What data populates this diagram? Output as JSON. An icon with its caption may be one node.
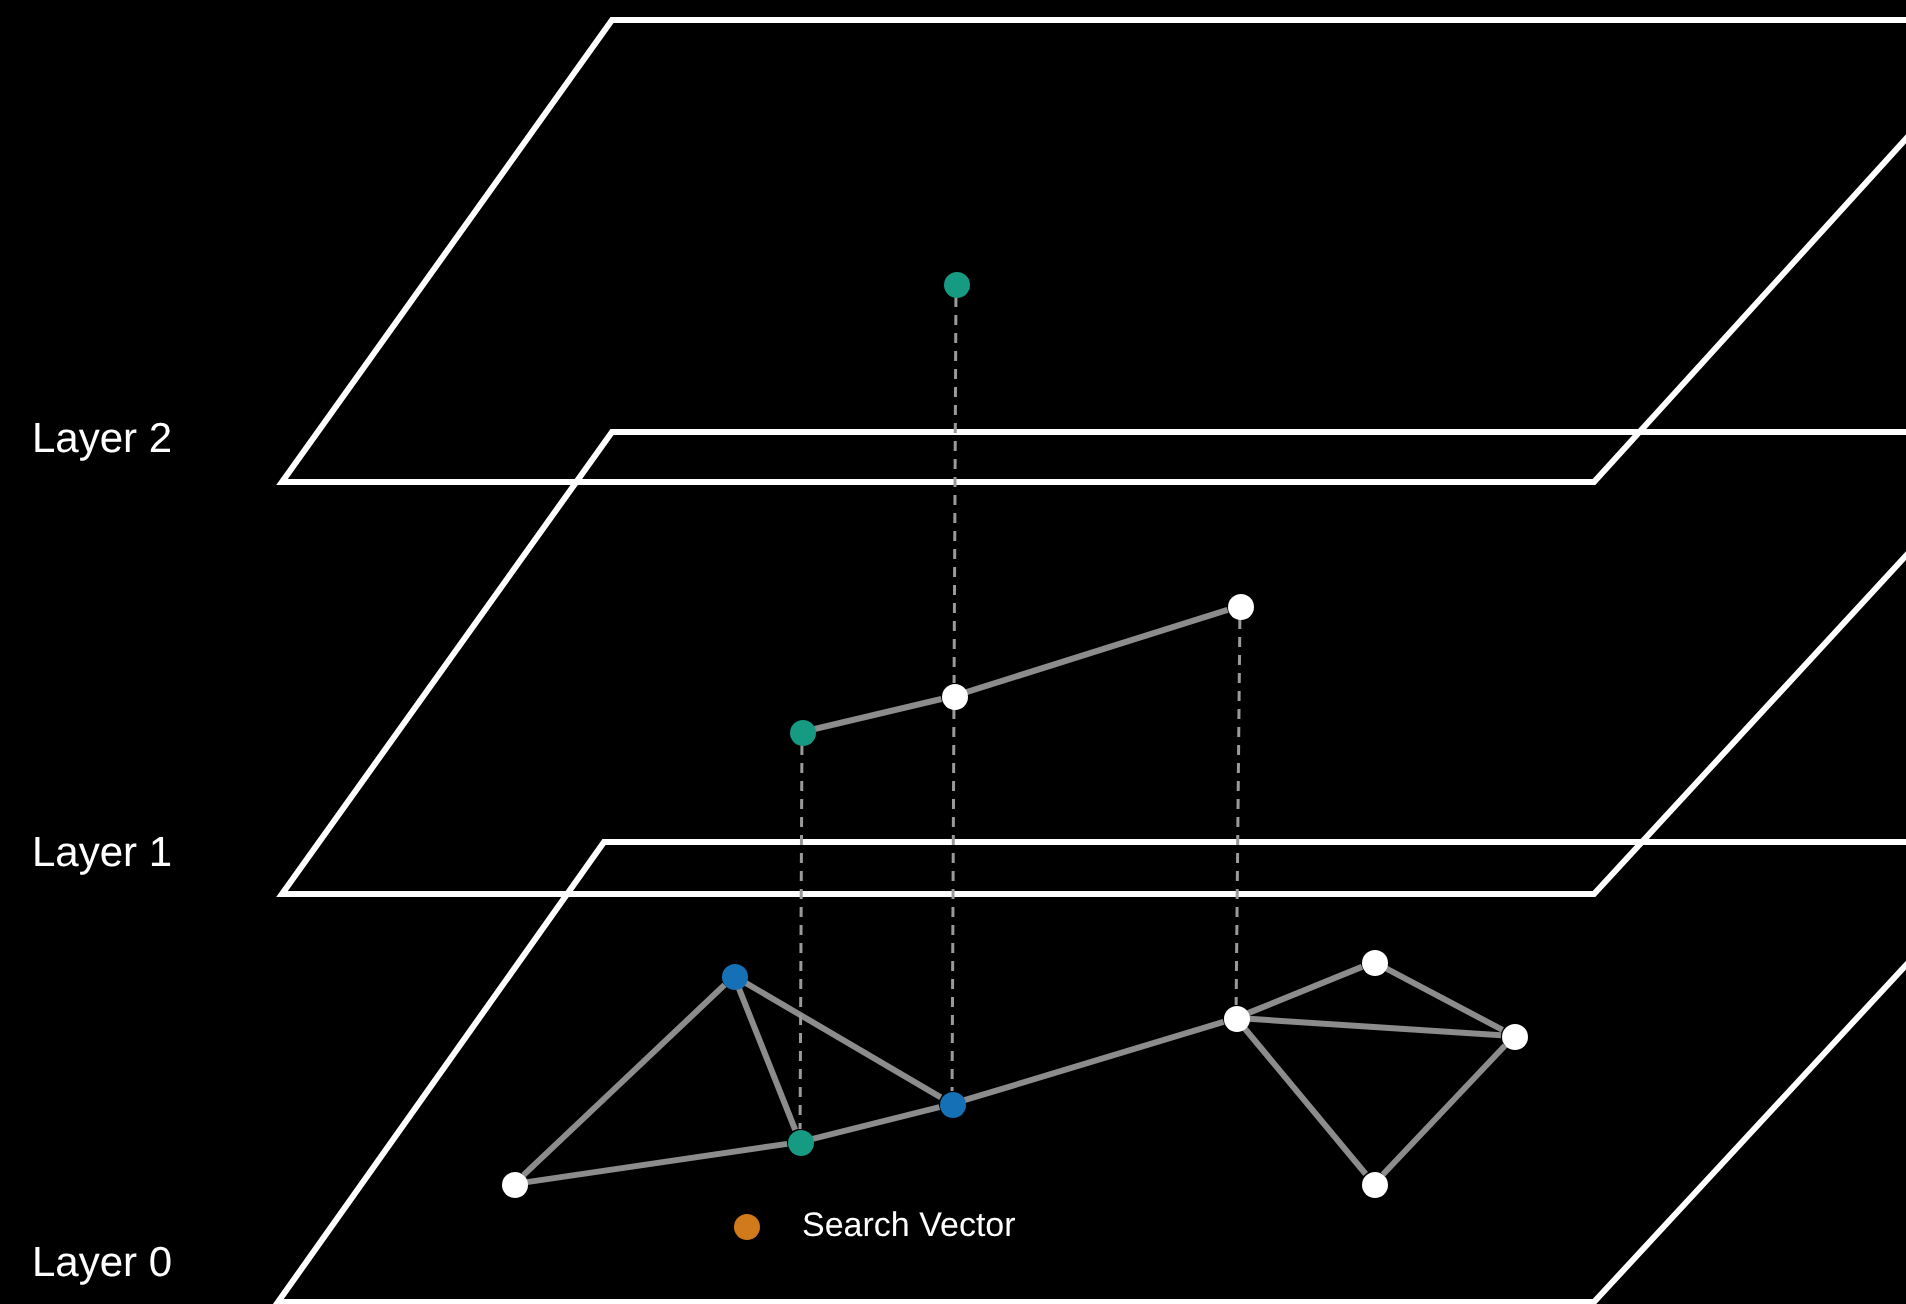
{
  "diagram": {
    "nodes": [
      {
        "text": [
          "Layer 2"
        ]
      },
      {
        "text": [],
        "shape": "circle",
        "in": 0
      },
      {
        "text": [
          "Layer 1"
        ]
      },
      {
        "text": [],
        "shape": "circle",
        "in": 2
      },
      {
        "text": [],
        "shape": "circle",
        "in": 2
      },
      {
        "text": [],
        "shape": "circle",
        "in": 2
      },
      {
        "text": [
          "Layer 0"
        ]
      },
      {
        "text": [],
        "shape": "circle",
        "in": 6
      },
      {
        "text": [],
        "shape": "circle",
        "in": 6
      },
      {
        "text": [],
        "shape": "circle",
        "in": 6
      },
      {
        "text": [],
        "shape": "circle",
        "in": 6
      },
      {
        "text": [],
        "shape": "circle",
        "in": 6
      },
      {
        "text": [],
        "shape": "circle",
        "in": 6
      },
      {
        "text": [],
        "shape": "circle",
        "in": 6
      },
      {
        "text": [],
        "shape": "circle",
        "in": 6
      }
    ],
    "edges": [
      {
        "from": 3,
        "to": 4,
        "arrow": "none"
      },
      {
        "from": 4,
        "to": 5,
        "arrow": "none"
      },
      {
        "from": 8,
        "to": 7,
        "arrow": "none"
      },
      {
        "from": 7,
        "to": 9,
        "arrow": "none"
      },
      {
        "from": 7,
        "to": 10,
        "arrow": "none"
      },
      {
        "from": 8,
        "to": 9,
        "arrow": "none"
      },
      {
        "from": 9,
        "to": 10,
        "arrow": "none"
      },
      {
        "from": 10,
        "to": 11,
        "arrow": "none"
      },
      {
        "from": 11,
        "to": 12,
        "arrow": "none"
      },
      {
        "from": 11,
        "to": 13,
        "arrow": "none"
      },
      {
        "from": 12,
        "to": 13,
        "arrow": "none"
      },
      {
        "from": 11,
        "to": 14,
        "arrow": "none"
      },
      {
        "from": 14,
        "to": 13,
        "arrow": "none"
      },
      {
        "from": 1,
        "to": 4,
        "arrow": "none",
        "style": "dashed"
      },
      {
        "from": 4,
        "to": 10,
        "arrow": "none",
        "style": "dashed"
      },
      {
        "from": 3,
        "to": 9,
        "arrow": "none",
        "style": "dashed"
      },
      {
        "from": 5,
        "to": 11,
        "arrow": "none",
        "style": "dashed"
      }
    ],
    "legend": [
      {
        "text": "Search Vector",
        "color": "#d17a1c"
      }
    ]
  }
}
